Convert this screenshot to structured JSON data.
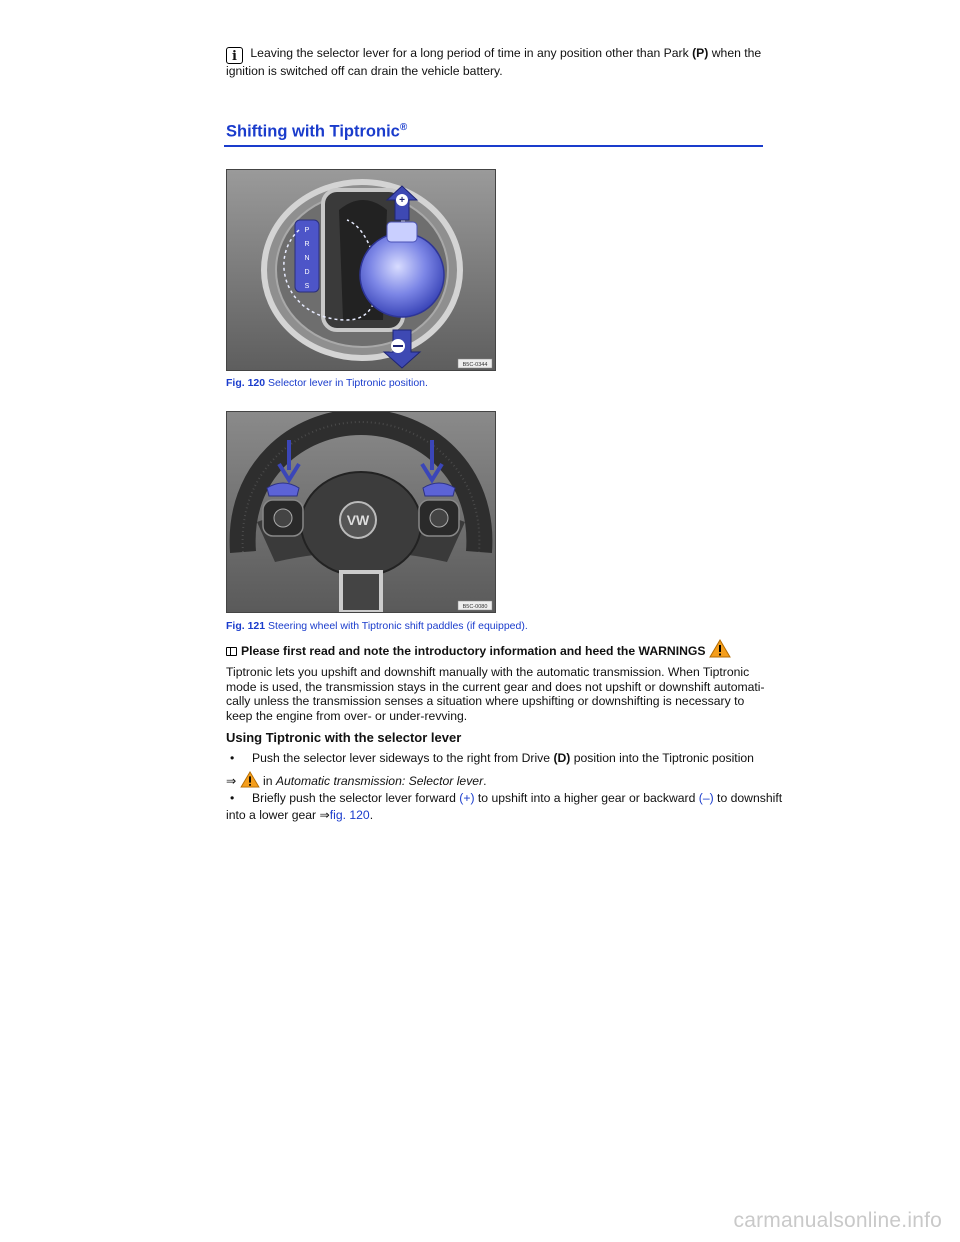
{
  "note": {
    "icon": "info-icon",
    "icon_glyph": "i",
    "text_before_bold": " Leaving the selector lever for a long period of time in any position other than Park ",
    "bold": "(P)",
    "text_after_bold": " when the ignition is switched off can drain the vehicle battery."
  },
  "section": {
    "title": "Shifting with Tiptronic",
    "title_sup": "®",
    "accent_color": "#1a3ccc"
  },
  "figures": [
    {
      "label": "Fig. 120",
      "caption": " Selector lever in Tiptronic position.",
      "code": "B5C-0344",
      "gear_letters": [
        "P",
        "R",
        "N",
        "D",
        "S"
      ]
    },
    {
      "label": "Fig. 121",
      "caption": " Steering wheel with Tiptronic shift paddles (if equipped).",
      "code": "B5C-0080",
      "logo_text": "VW"
    }
  ],
  "intro": {
    "icon": "book-icon",
    "text": "Please first read and note the introductory information and heed the WARNINGS",
    "warning_icon": "warning-icon"
  },
  "paragraph": "Tiptronic lets you upshift and downshift manually with the automatic transmission. When Tiptronic mode is used, the transmission stays in the current gear and does not upshift or downshift automati-cally unless the transmission senses a situation where upshifting or downshifting is necessary to keep the engine from over- or under-revving.",
  "subsection": {
    "title": "Using Tiptronic with the selector lever",
    "bullet1": {
      "pre": "Push the selector lever sideways to the right from Drive ",
      "bold": "(D)",
      "post": " position into the Tiptronic position"
    },
    "ref1": {
      "arrow": "⇒",
      "in": " in ",
      "italic": "Automatic transmission: Selector lever",
      "end": "."
    },
    "bullet2": {
      "pre": "Briefly push the selector lever forward ",
      "plus": "(+)",
      "mid": " to upshift into a higher gear or backward ",
      "minus": "(–)",
      "post": " to downshift"
    },
    "bullet2_cont": {
      "pre": "into a lower gear ",
      "arrow": "⇒",
      "link": "fig. 120",
      "end": "."
    }
  },
  "watermark": "carmanualsonline.info"
}
